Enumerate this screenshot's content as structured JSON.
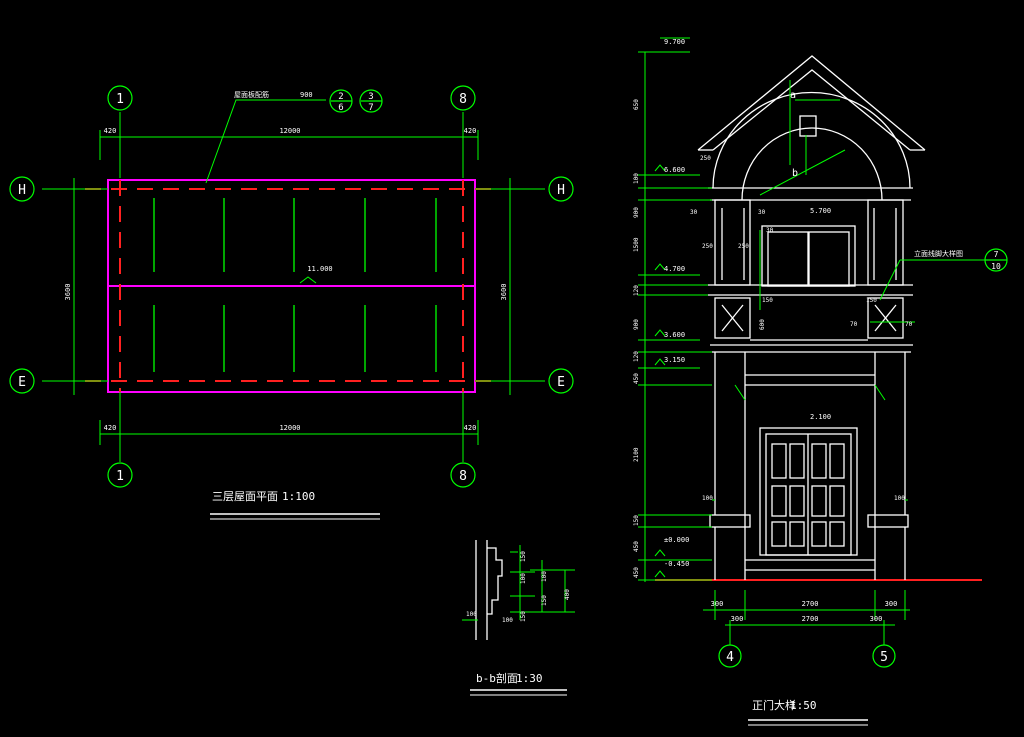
{
  "plan": {
    "title": "三层屋面平面",
    "scale": "1:100",
    "axis_1": "1",
    "axis_8": "8",
    "axis_H": "H",
    "axis_E": "E",
    "dim_overall": "12000",
    "dim_edge": "420",
    "dim_depth": "3600",
    "dim_small": "900",
    "ridge_elev": "11.000",
    "note": "屋面板配筋",
    "ref_a_top": "2",
    "ref_a_bottom": "6",
    "ref_b_top": "3",
    "ref_b_bottom": "7"
  },
  "section": {
    "title": "b-b剖面",
    "scale": "1:30",
    "dims": [
      "150",
      "100",
      "100",
      "150",
      "400",
      "150",
      "100",
      "100"
    ]
  },
  "elevation": {
    "title": "正门大样",
    "scale": "1:50",
    "axis_4": "4",
    "axis_5": "5",
    "elevs": [
      "9.700",
      "6.600",
      "5.700",
      "4.700",
      "3.600",
      "3.150",
      "±0.000",
      "-0.450",
      "2.100"
    ],
    "vdims": [
      "650",
      "100",
      "900",
      "1500",
      "120",
      "900",
      "120",
      "450",
      "2100",
      "150",
      "450",
      "450"
    ],
    "hdims_top": [
      "300",
      "2700",
      "300"
    ],
    "hdims_bottom": [
      "300",
      "2700",
      "300"
    ],
    "misc_dims": [
      "30",
      "30",
      "250",
      "250",
      "150",
      "150",
      "70",
      "70",
      "600",
      "100",
      "100",
      "250",
      "30"
    ],
    "note": "立面线脚大样图",
    "ref_top": "7",
    "ref_bottom": "10",
    "sym_a": "a",
    "sym_b": "b"
  }
}
